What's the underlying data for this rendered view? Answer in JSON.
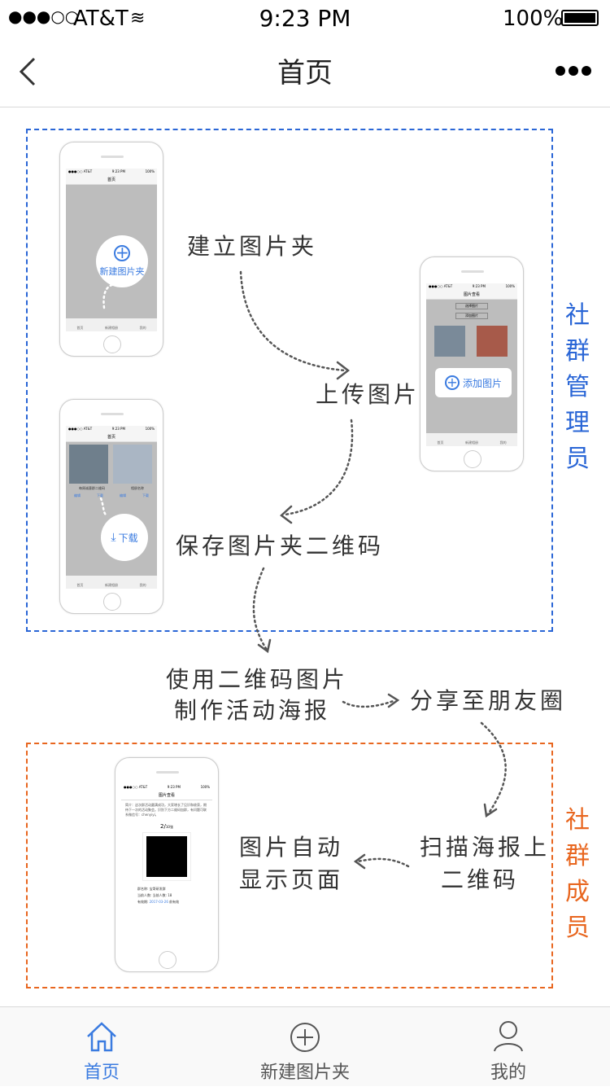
{
  "status": {
    "signal": "●●●○○",
    "carrier": "AT&T",
    "time": "9:23 PM",
    "battery": "100%"
  },
  "nav": {
    "title": "首页",
    "back_icon": "chevron-left-icon",
    "more_icon": "more-icon"
  },
  "diagram": {
    "steps": [
      "建立图片夹",
      "上传图片",
      "保存图片夹二维码",
      "使用二维码图片",
      "制作活动海报",
      "分享至朋友圈",
      "扫描海报上",
      "二维码",
      "图片自动",
      "显示页面"
    ],
    "roles": {
      "admin": "社群管理员",
      "member": "社群成员"
    },
    "colors": {
      "admin": "#2a66d6",
      "member": "#e8661f",
      "accent": "#3a7be0"
    },
    "phones": {
      "p1": {
        "title": "首页",
        "bubble": "新建图片夹"
      },
      "p2": {
        "title": "图片查看",
        "btn1": "选择图片",
        "btn2": "添加图片",
        "bubble": "添加图片"
      },
      "p3": {
        "title": "首页",
        "item1": "每周诚意群二维码",
        "item2": "相册名称",
        "edit": "编辑",
        "download": "下载",
        "bubble": "下载"
      },
      "p4": {
        "title": "图片查看",
        "desc": "简介：这次群活动圆满成功，大家增长了见识和收获，期待下一次的活动聚会。识别下方二维码加群，有问题可联系微信号：chenyiyi。",
        "page": "2/",
        "page_total": "10张",
        "group_label": "群名称:",
        "group_value": "宝哥研发群",
        "count_label": "当前人数:",
        "count_value": "当前人数: 18",
        "valid_label": "有效期:",
        "valid_value": "2017-03-26",
        "valid_suffix": "前有效"
      },
      "mini_status": {
        "carrier": "●●●○○ AT&T",
        "time": "9:23 PM",
        "battery": "100%"
      },
      "mini_tabs": [
        "首页",
        "新建相册",
        "我的"
      ]
    }
  },
  "tabbar": {
    "items": [
      {
        "label": "首页",
        "icon": "home-icon",
        "active": true
      },
      {
        "label": "新建图片夹",
        "icon": "plus-circle-icon"
      },
      {
        "label": "我的",
        "icon": "user-icon"
      }
    ]
  }
}
